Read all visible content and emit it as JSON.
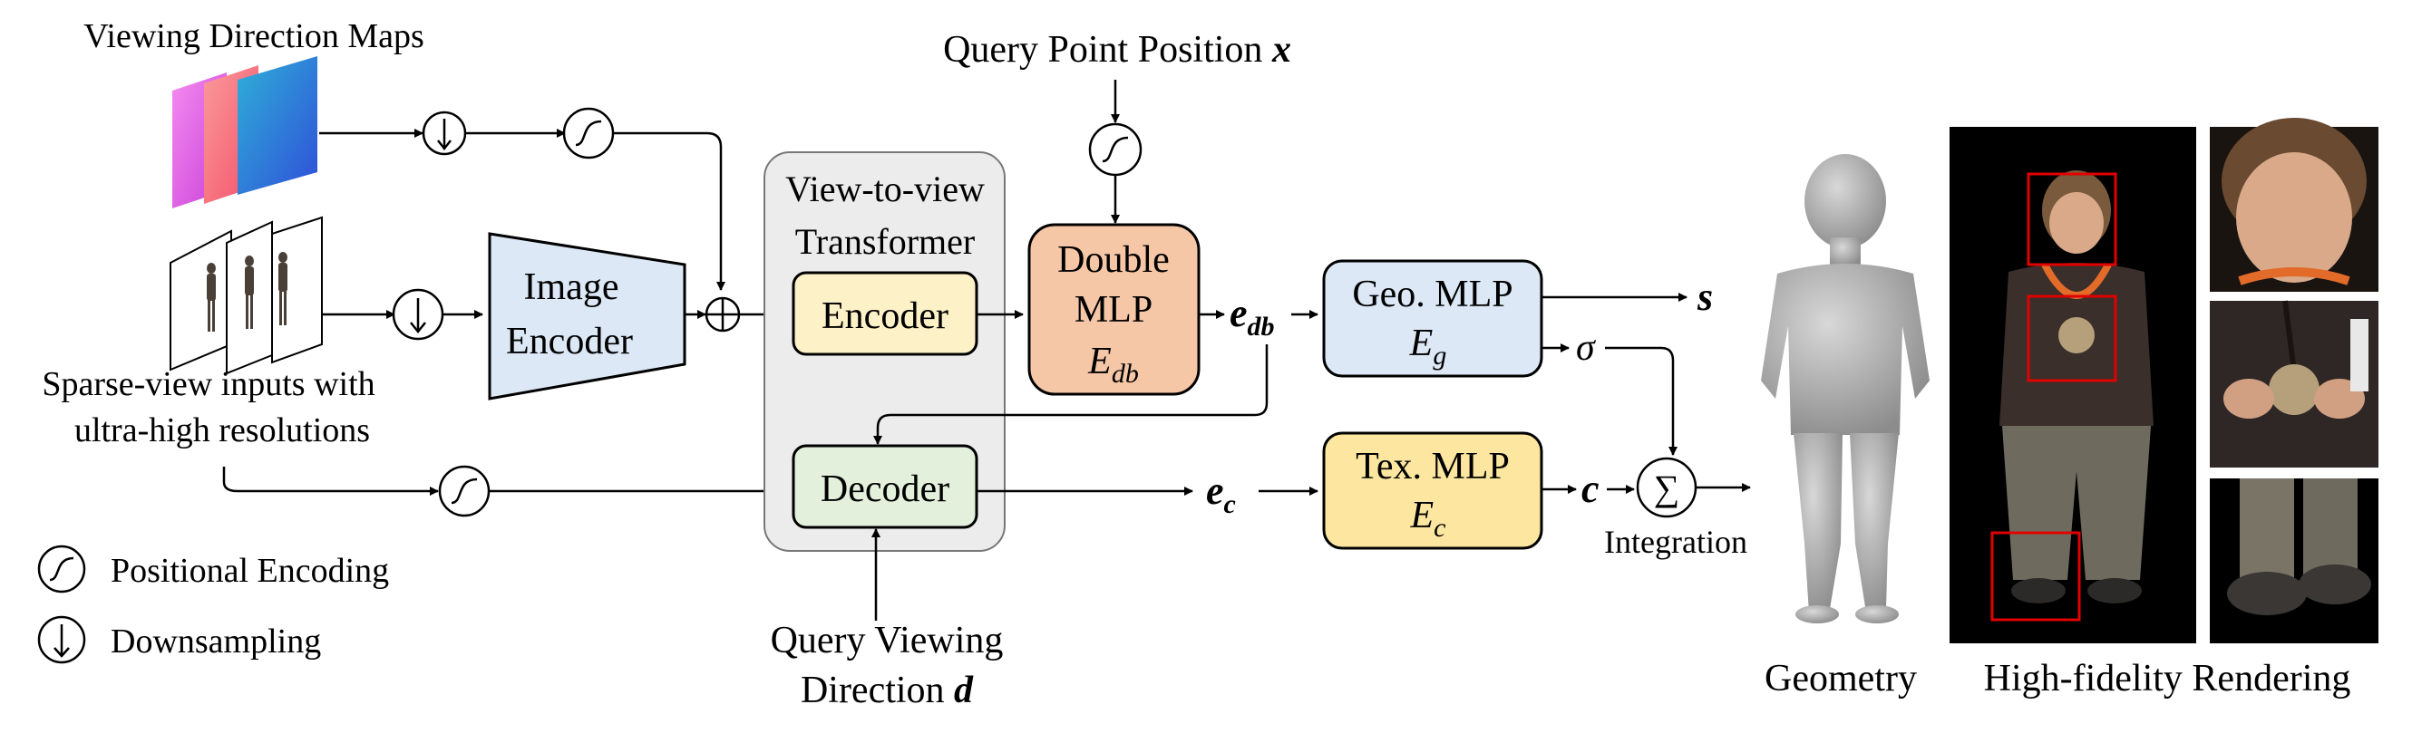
{
  "labels": {
    "viewing_direction_maps": "Viewing Direction Maps",
    "query_point_position": "Query Point Position",
    "query_point_symbol": "x",
    "sparse_view_line1": "Sparse-view inputs with",
    "sparse_view_line2": "ultra-high resolutions",
    "transformer_line1": "View-to-view",
    "transformer_line2": "Transformer",
    "query_viewing_line1": "Query Viewing",
    "query_viewing_line2": "Direction",
    "query_viewing_symbol": "d",
    "geometry": "Geometry",
    "high_fidelity_rendering": "High-fidelity Rendering",
    "integration": "Integration"
  },
  "blocks": {
    "image_encoder_line1": "Image",
    "image_encoder_line2": "Encoder",
    "encoder": "Encoder",
    "decoder": "Decoder",
    "double_mlp_line1": "Double",
    "double_mlp_line2": "MLP",
    "double_mlp_sub_main": "E",
    "double_mlp_sub": "db",
    "geo_mlp": "Geo. MLP",
    "geo_sub_main": "E",
    "geo_sub": "g",
    "tex_mlp": "Tex. MLP",
    "tex_sub_main": "E",
    "tex_sub": "c"
  },
  "symbols": {
    "e_db_main": "e",
    "e_db_sub": "db",
    "e_c_main": "e",
    "e_c_sub": "c",
    "s": "s",
    "sigma": "σ",
    "c": "c",
    "sum": "∑",
    "plus": "⊕"
  },
  "legend": {
    "positional_encoding": "Positional Encoding",
    "downsampling": "Downsampling"
  },
  "colors": {
    "image_encoder": "#dce8f5",
    "encoder": "#fdf1c7",
    "decoder": "#e3f0dc",
    "double_mlp": "#f6c7a6",
    "geo_mlp": "#dce8f5",
    "tex_mlp": "#fde7a0",
    "transformer_bg": "#ececec",
    "highlight": "#e00000"
  }
}
